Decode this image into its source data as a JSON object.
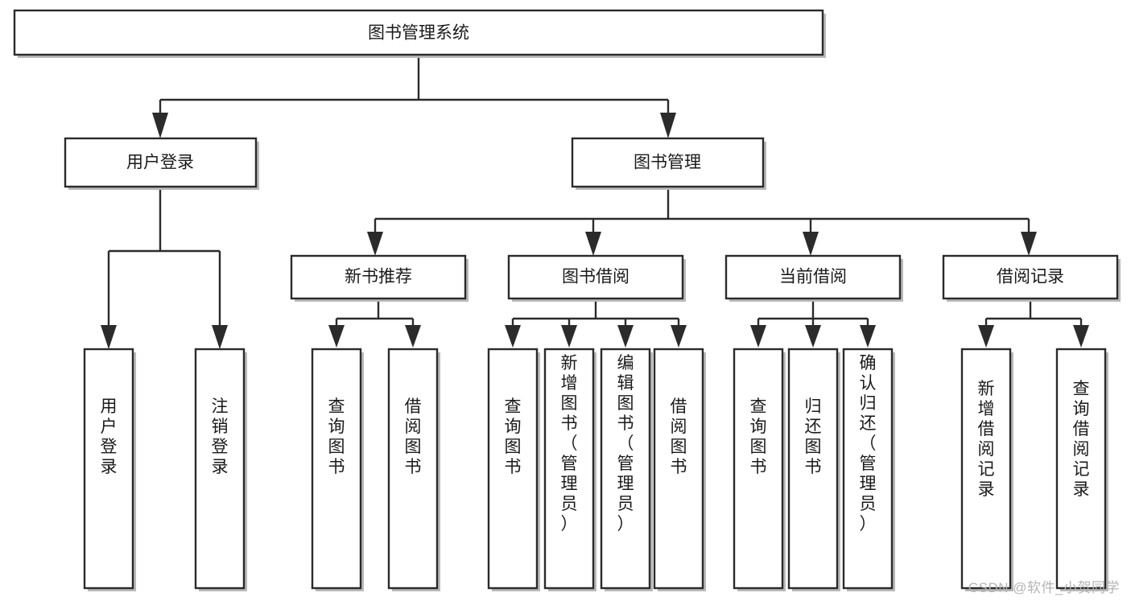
{
  "diagram": {
    "type": "tree",
    "title": "图书管理系统",
    "watermark": "CSDN @软件_小贺同学",
    "colors": {
      "box_stroke": "#2b2b2b",
      "box_fill": "#ffffff",
      "shadow": "#b9b9b9",
      "text": "#1a1a1a",
      "watermark": "#b4b4b4",
      "background": "#ffffff"
    },
    "levels": {
      "root": {
        "label": "图书管理系统"
      },
      "level2": [
        {
          "label": "用户登录"
        },
        {
          "label": "图书管理"
        }
      ],
      "level3": [
        {
          "label": "新书推荐"
        },
        {
          "label": "图书借阅"
        },
        {
          "label": "当前借阅"
        },
        {
          "label": "借阅记录"
        }
      ]
    },
    "leaves": {
      "user_login": [
        {
          "label": "用户登录"
        },
        {
          "label": "注销登录"
        }
      ],
      "new_book_recommend": [
        {
          "label": "查询图书"
        },
        {
          "label": "借阅图书"
        }
      ],
      "book_borrow": [
        {
          "label": "查询图书"
        },
        {
          "label": "新增图书（管理员）"
        },
        {
          "label": "编辑图书（管理员）"
        },
        {
          "label": "借阅图书"
        }
      ],
      "current_borrow": [
        {
          "label": "查询图书"
        },
        {
          "label": "归还图书"
        },
        {
          "label": "确认归还（管理员）"
        }
      ],
      "borrow_record": [
        {
          "label": "新增借阅记录"
        },
        {
          "label": "查询借阅记录"
        }
      ]
    }
  }
}
